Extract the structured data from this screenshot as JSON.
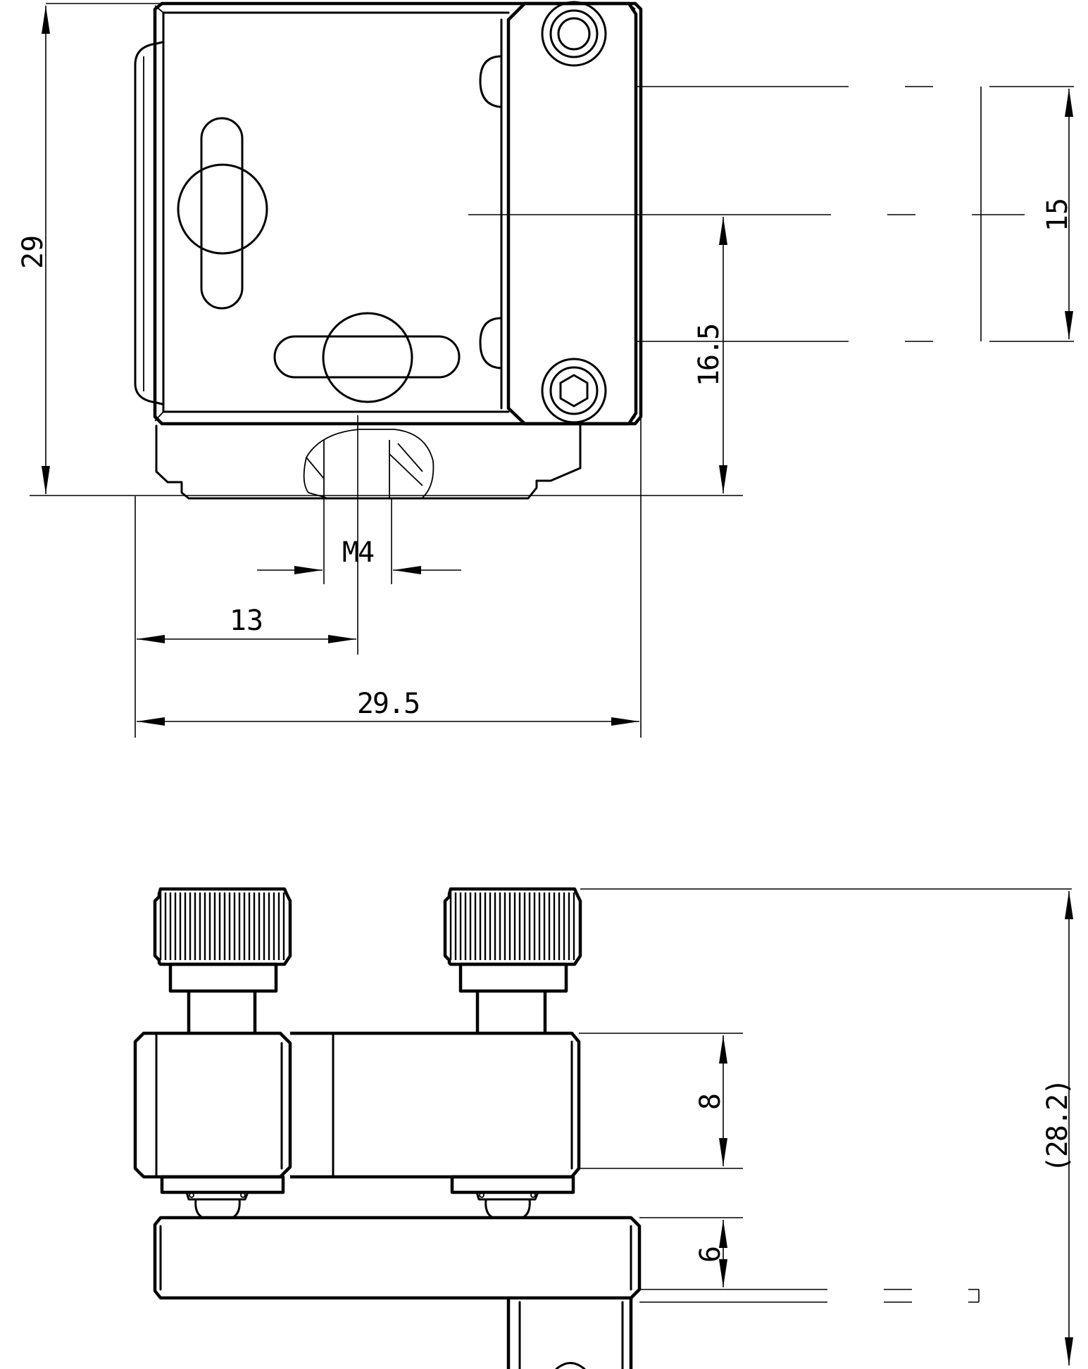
{
  "dimensions": {
    "overall_height": "29",
    "overall_width": "29.5",
    "center_offset": "13",
    "thread_size": "M4",
    "hole_spacing": "15",
    "center_height": "16.5",
    "total_height_ref": "(28.2)",
    "body_thickness": "8",
    "base_thickness": "6"
  }
}
